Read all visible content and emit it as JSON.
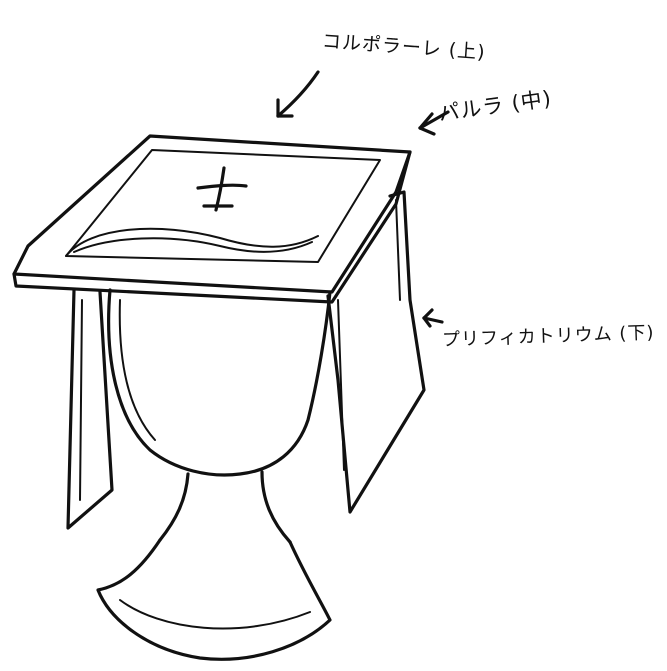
{
  "labels": {
    "corporal": "コルポラーレ (上)",
    "palla": "パルラ (中)",
    "purificator": "プリフィカトリウム (下)"
  },
  "icons": {
    "arrow_corporal": "arrow-down-left",
    "arrow_palla": "arrow-left",
    "arrow_purificator": "arrow-left",
    "cross_on_pall": "cross-symbol"
  },
  "colors": {
    "ink": "#111111",
    "paper": "#ffffff"
  }
}
